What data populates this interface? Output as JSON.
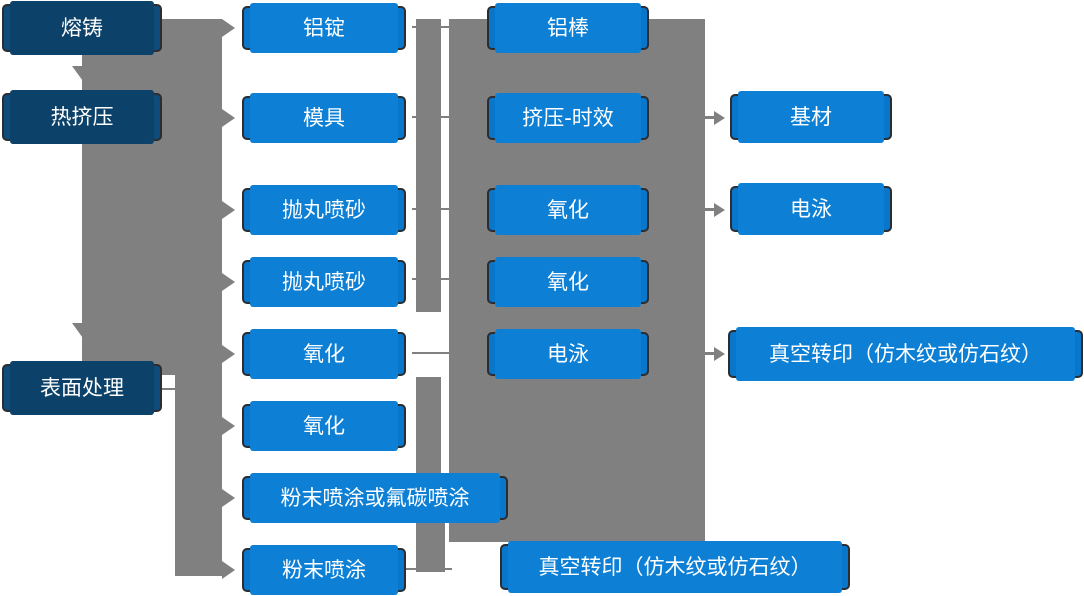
{
  "colors": {
    "background": "#ffffff",
    "stage_box": "#0f4c7c",
    "stage_backing": "#0c4169",
    "process_box": "#0776cb",
    "process_backing": "#0d80d6",
    "connector_gray": "#808080",
    "text": "#ffffff"
  },
  "nodes": [
    {
      "id": "rongzhu",
      "label": "熔铸",
      "column": 1
    },
    {
      "id": "rejiya",
      "label": "热挤压",
      "column": 1
    },
    {
      "id": "biaomianchuli",
      "label": "表面处理",
      "column": 1
    },
    {
      "id": "lvding",
      "label": "铝锭",
      "column": 2
    },
    {
      "id": "muju",
      "label": "模具",
      "column": 2
    },
    {
      "id": "paowanpensha-1",
      "label": "抛丸喷砂",
      "column": 2
    },
    {
      "id": "paowanpensha-2",
      "label": "抛丸喷砂",
      "column": 2
    },
    {
      "id": "yanghua-1",
      "label": "氧化",
      "column": 2
    },
    {
      "id": "yanghua-2",
      "label": "氧化",
      "column": 2
    },
    {
      "id": "fenmo-futan",
      "label": "粉末喷涂或氟碳喷涂",
      "column": 2
    },
    {
      "id": "fenmopentu",
      "label": "粉末喷涂",
      "column": 2
    },
    {
      "id": "lvbang",
      "label": "铝棒",
      "column": 3
    },
    {
      "id": "jiya-shixiao",
      "label": "挤压-时效",
      "column": 3
    },
    {
      "id": "yanghua-3",
      "label": "氧化",
      "column": 3
    },
    {
      "id": "yanghua-4",
      "label": "氧化",
      "column": 3
    },
    {
      "id": "dianyong-1",
      "label": "电泳",
      "column": 3
    },
    {
      "id": "zhenkong-2",
      "label": "真空转印（仿木纹或仿石纹）",
      "column": 3
    },
    {
      "id": "jicai",
      "label": "基材",
      "column": 4
    },
    {
      "id": "dianyong-2",
      "label": "电泳",
      "column": 4
    },
    {
      "id": "zhenkong-1",
      "label": "真空转印（仿木纹或仿石纹）",
      "column": 4
    }
  ],
  "flow": {
    "down_arrows": [
      "熔铸 → 热挤压",
      "热挤压 → 表面处理"
    ],
    "fanout_arrows_to_column2": [
      "铝锭",
      "模具",
      "抛丸喷砂",
      "抛丸喷砂",
      "氧化",
      "氧化",
      "粉末喷涂或氟碳喷涂",
      "粉末喷涂"
    ],
    "arrows_to_column4": [
      "挤压-时效 → 基材",
      "氧化 → 电泳",
      "电泳 → 真空转印（仿木纹或仿石纹）"
    ]
  }
}
